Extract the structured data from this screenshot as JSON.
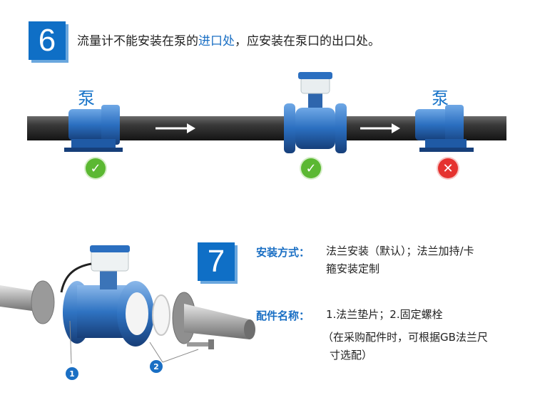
{
  "step6": {
    "number": "6",
    "text_prefix": "流量计不能安装在泵的",
    "text_highlight": "进口处",
    "text_suffix": "，应安装在泵口的出口处。",
    "pump_left_label": "泵",
    "pump_right_label": "泵",
    "marks": [
      "check",
      "check",
      "cross"
    ]
  },
  "step7": {
    "number": "7",
    "install_label": "安装方式：",
    "install_text_1": "法兰安装（默认）；法兰加持/卡",
    "install_text_2": "箍安装定制",
    "parts_label": "配件名称：",
    "parts_text": "1.法兰垫片；2.固定螺栓",
    "note_1": "（在采购配件时，可根据GB法兰尺",
    "note_2": "寸选配）",
    "badges": [
      "1",
      "2"
    ]
  },
  "colors": {
    "accent": "#0f6fc6",
    "check": "#5bb832",
    "cross": "#e5322f",
    "pipe": "#2a2a2a"
  }
}
